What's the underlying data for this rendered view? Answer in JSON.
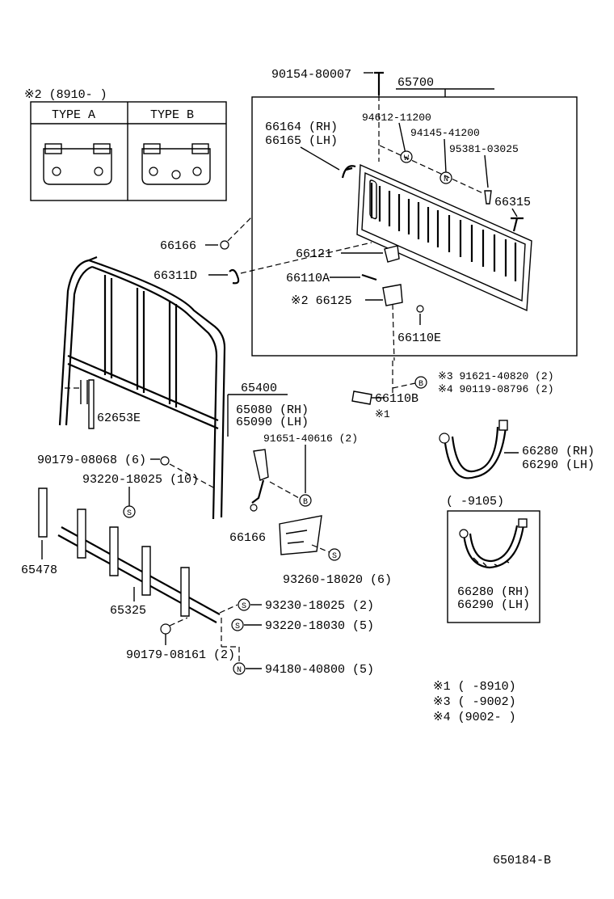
{
  "diagram_code": "650184-B",
  "inset_type": {
    "header": "※2 (8910-      )",
    "type_a": "TYPE A",
    "type_b": "TYPE B"
  },
  "part_labels": {
    "p90154": "90154-80007",
    "p65700": "65700",
    "p94612": "94612-11200",
    "p94145": "94145-41200",
    "p95381": "95381-03025",
    "p66164": "66164 (RH)",
    "p66165": "66165 (LH)",
    "p66315": "66315",
    "p66166a": "66166",
    "p66121": "66121",
    "p66311d": "66311D",
    "p66110a": "66110A",
    "p66125": "※2 66125",
    "p66110e": "66110E",
    "p91621": "※3  91621-40820 (2)",
    "p90119": "※4  90119-08796 (2)",
    "p66110b": "66110B",
    "p66110b_note": "※1",
    "p65400": "65400",
    "p65080": "65080 (RH)",
    "p65090": "65090 (LH)",
    "p91651": "91651-40616 (2)",
    "p62653e": "62653E",
    "p90179a": "90179-08068 (6)",
    "p93220a": "93220-18025 (10)",
    "p66166b": "66166",
    "p93260": "93260-18020 (6)",
    "p65478": "65478",
    "p65325": "65325",
    "p93230": "93230-18025 (2)",
    "p93220b": "93220-18030 (5)",
    "p90179b": "90179-08161 (2)",
    "p94180": "94180-40800 (5)",
    "p66280a": "66280 (RH)",
    "p66290a": "66290 (LH)",
    "inset_range": "(      -9105)",
    "p66280b": "66280 (RH)",
    "p66290b": "66290 (LH)"
  },
  "markers": {
    "W": "W",
    "N": "N",
    "B": "B",
    "S": "S"
  },
  "footnotes": [
    "※1  (      -8910)",
    "※3  (      -9002)",
    "※4  (9002-      )"
  ]
}
